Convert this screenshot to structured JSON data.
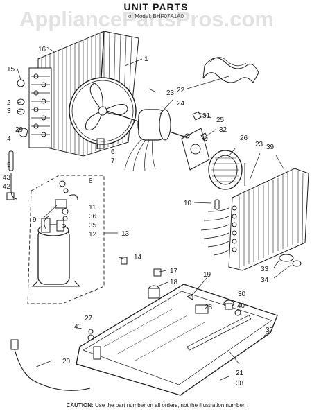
{
  "header": {
    "watermark": "AppliancePartsPros.com",
    "title": "UNIT PARTS",
    "subtitle": "or Model: BHF07A1A0"
  },
  "footer": {
    "caution_label": "CAUTION:",
    "caution_text": "Use the part number on all orders, not the illustration number."
  },
  "callouts": {
    "n1": "1",
    "n2": "2",
    "n3": "3",
    "n4": "4",
    "n5": "5",
    "n6": "6",
    "n7": "7",
    "n8": "8",
    "n9": "9",
    "n10": "10",
    "n11": "11",
    "n12": "12",
    "n13": "13",
    "n14": "14",
    "n15": "15",
    "n16": "16",
    "n17": "17",
    "n18": "18",
    "n19": "19",
    "n20": "20",
    "n21": "21",
    "n22": "22",
    "n23a": "23",
    "n23b": "23",
    "n24": "24",
    "n25": "25",
    "n26": "26",
    "n27": "27",
    "n28": "28",
    "n29": "29",
    "n30": "30",
    "n31": "31",
    "n32": "32",
    "n33": "33",
    "n34": "34",
    "n35": "35",
    "n36": "36",
    "n37": "37",
    "n38": "38",
    "n39": "39",
    "n40": "40",
    "n41": "41",
    "n42": "42",
    "n43": "43"
  }
}
